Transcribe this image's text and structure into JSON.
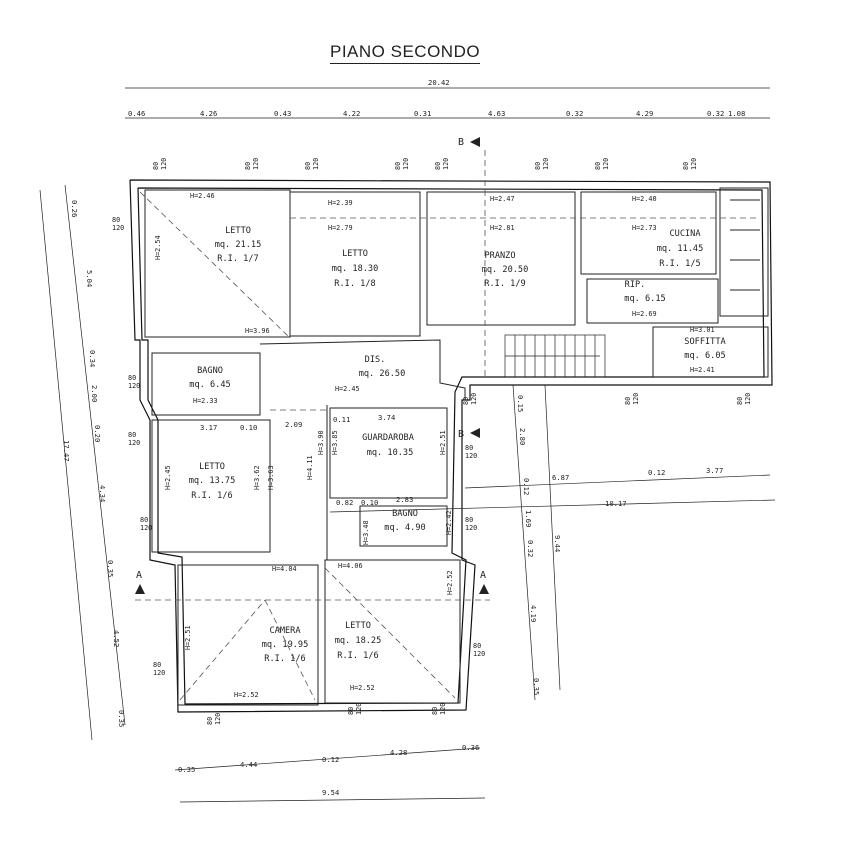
{
  "title": "PIANO SECONDO",
  "colors": {
    "ink": "#222222",
    "wall": "#111111",
    "dash": "#555555"
  },
  "rooms": [
    {
      "name": "LETTO",
      "area": "mq. 21.15",
      "ri": "R.I. 1/7"
    },
    {
      "name": "LETTO",
      "area": "mq. 18.30",
      "ri": "R.I. 1/8"
    },
    {
      "name": "PRANZO",
      "area": "mq. 20.50",
      "ri": "R.I. 1/9"
    },
    {
      "name": "CUCINA",
      "area": "mq. 11.45",
      "ri": "R.I. 1/5"
    },
    {
      "name": "RIP.",
      "area": "mq. 6.15",
      "ri": ""
    },
    {
      "name": "SOFFITTA",
      "area": "mq. 6.05",
      "ri": ""
    },
    {
      "name": "BAGNO",
      "area": "mq. 6.45",
      "ri": ""
    },
    {
      "name": "DIS.",
      "area": "mq. 26.50",
      "ri": ""
    },
    {
      "name": "GUARDAROBA",
      "area": "mq. 10.35",
      "ri": ""
    },
    {
      "name": "LETTO",
      "area": "mq. 13.75",
      "ri": "R.I. 1/6"
    },
    {
      "name": "BAGNO",
      "area": "mq. 4.90",
      "ri": ""
    },
    {
      "name": "CAMERA",
      "area": "mq. 19.95",
      "ri": "R.I. 1/6"
    },
    {
      "name": "LETTO",
      "area": "mq. 18.25",
      "ri": "R.I. 1/6"
    }
  ],
  "heights": [
    "H=2.46",
    "H=2.39",
    "H=2.79",
    "H=2.47",
    "H=2.81",
    "H=2.40",
    "H=2.73",
    "H=2.69",
    "H=3.01",
    "H=2.41",
    "H=2.54",
    "H=3.96",
    "H=2.33",
    "H=2.45",
    "H=3.90",
    "H=3.85",
    "H=2.51",
    "H=2.45",
    "H=3.62",
    "H=3.63",
    "H=4.11",
    "H=3.48",
    "H=2.42",
    "H=4.04",
    "H=4.06",
    "H=2.52",
    "H=2.51",
    "H=2.52",
    "H=2.52"
  ],
  "dims_top": [
    "20.42",
    "0.46",
    "4.26",
    "0.43",
    "4.22",
    "0.31",
    "4.63",
    "0.32",
    "4.29",
    "0.32",
    "1.08"
  ],
  "dims_left": [
    "0.26",
    "5.04",
    "0.34",
    "2.00",
    "0.20",
    "4.34",
    "0.35",
    "4.52",
    "0.35",
    "17.47"
  ],
  "dims_right": [
    "0.15",
    "2.80",
    "0.12",
    "1.69",
    "0.32",
    "4.19",
    "0.35",
    "9.44"
  ],
  "dims_mid": [
    "0.11",
    "3.74",
    "3.17",
    "0.10",
    "2.09",
    "6.87",
    "0.12",
    "3.77",
    "0.82",
    "0.10",
    "2.83",
    "10.17"
  ],
  "dims_bottom": [
    "0.35",
    "4.44",
    "0.12",
    "4.28",
    "0.36",
    "9.54"
  ],
  "windows": [
    "80\n120"
  ],
  "sections": [
    "A",
    "B"
  ]
}
